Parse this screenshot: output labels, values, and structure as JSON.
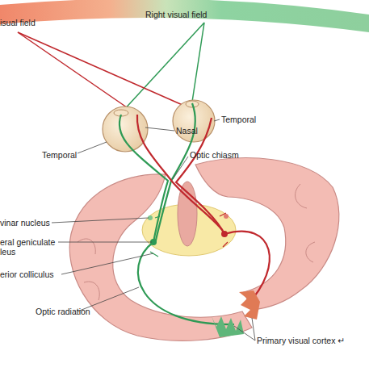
{
  "diagram": {
    "labels": [
      "isual field",
      "Right visual field",
      "Nasal",
      "Temporal",
      "Temporal",
      "Optic chiasm",
      "vinar nucleus",
      "eral geniculate leus",
      "erior colliculus",
      "Optic radiation",
      "Primary visual cortex ↵"
    ]
  }
}
